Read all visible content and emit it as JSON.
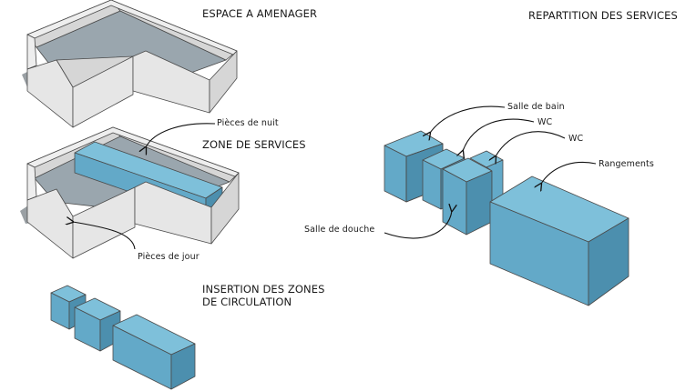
{
  "headings": {
    "espace": "ESPACE A AMENAGER",
    "zone_services": "ZONE DE SERVICES",
    "insertion_line1": "INSERTION DES ZONES",
    "insertion_line2": "DE CIRCULATION",
    "repartition": "REPARTITION DES SERVICES"
  },
  "labels": {
    "pieces_nuit": "Pièces de nuit",
    "pieces_jour": "Pièces de jour",
    "salle_bain": "Salle de bain",
    "wc_1": "WC",
    "wc_2": "WC",
    "rangements": "Rangements",
    "salle_douche": "Salle de douche"
  },
  "colors": {
    "wall_top": "#eeeeee",
    "wall_front": "#e6e6e6",
    "wall_side": "#d6d6d6",
    "floor": "#9aa6ae",
    "block_top": "#7ec0da",
    "block_front": "#63a9c8",
    "block_side": "#4c8fae",
    "edge": "#4a4a4a"
  }
}
